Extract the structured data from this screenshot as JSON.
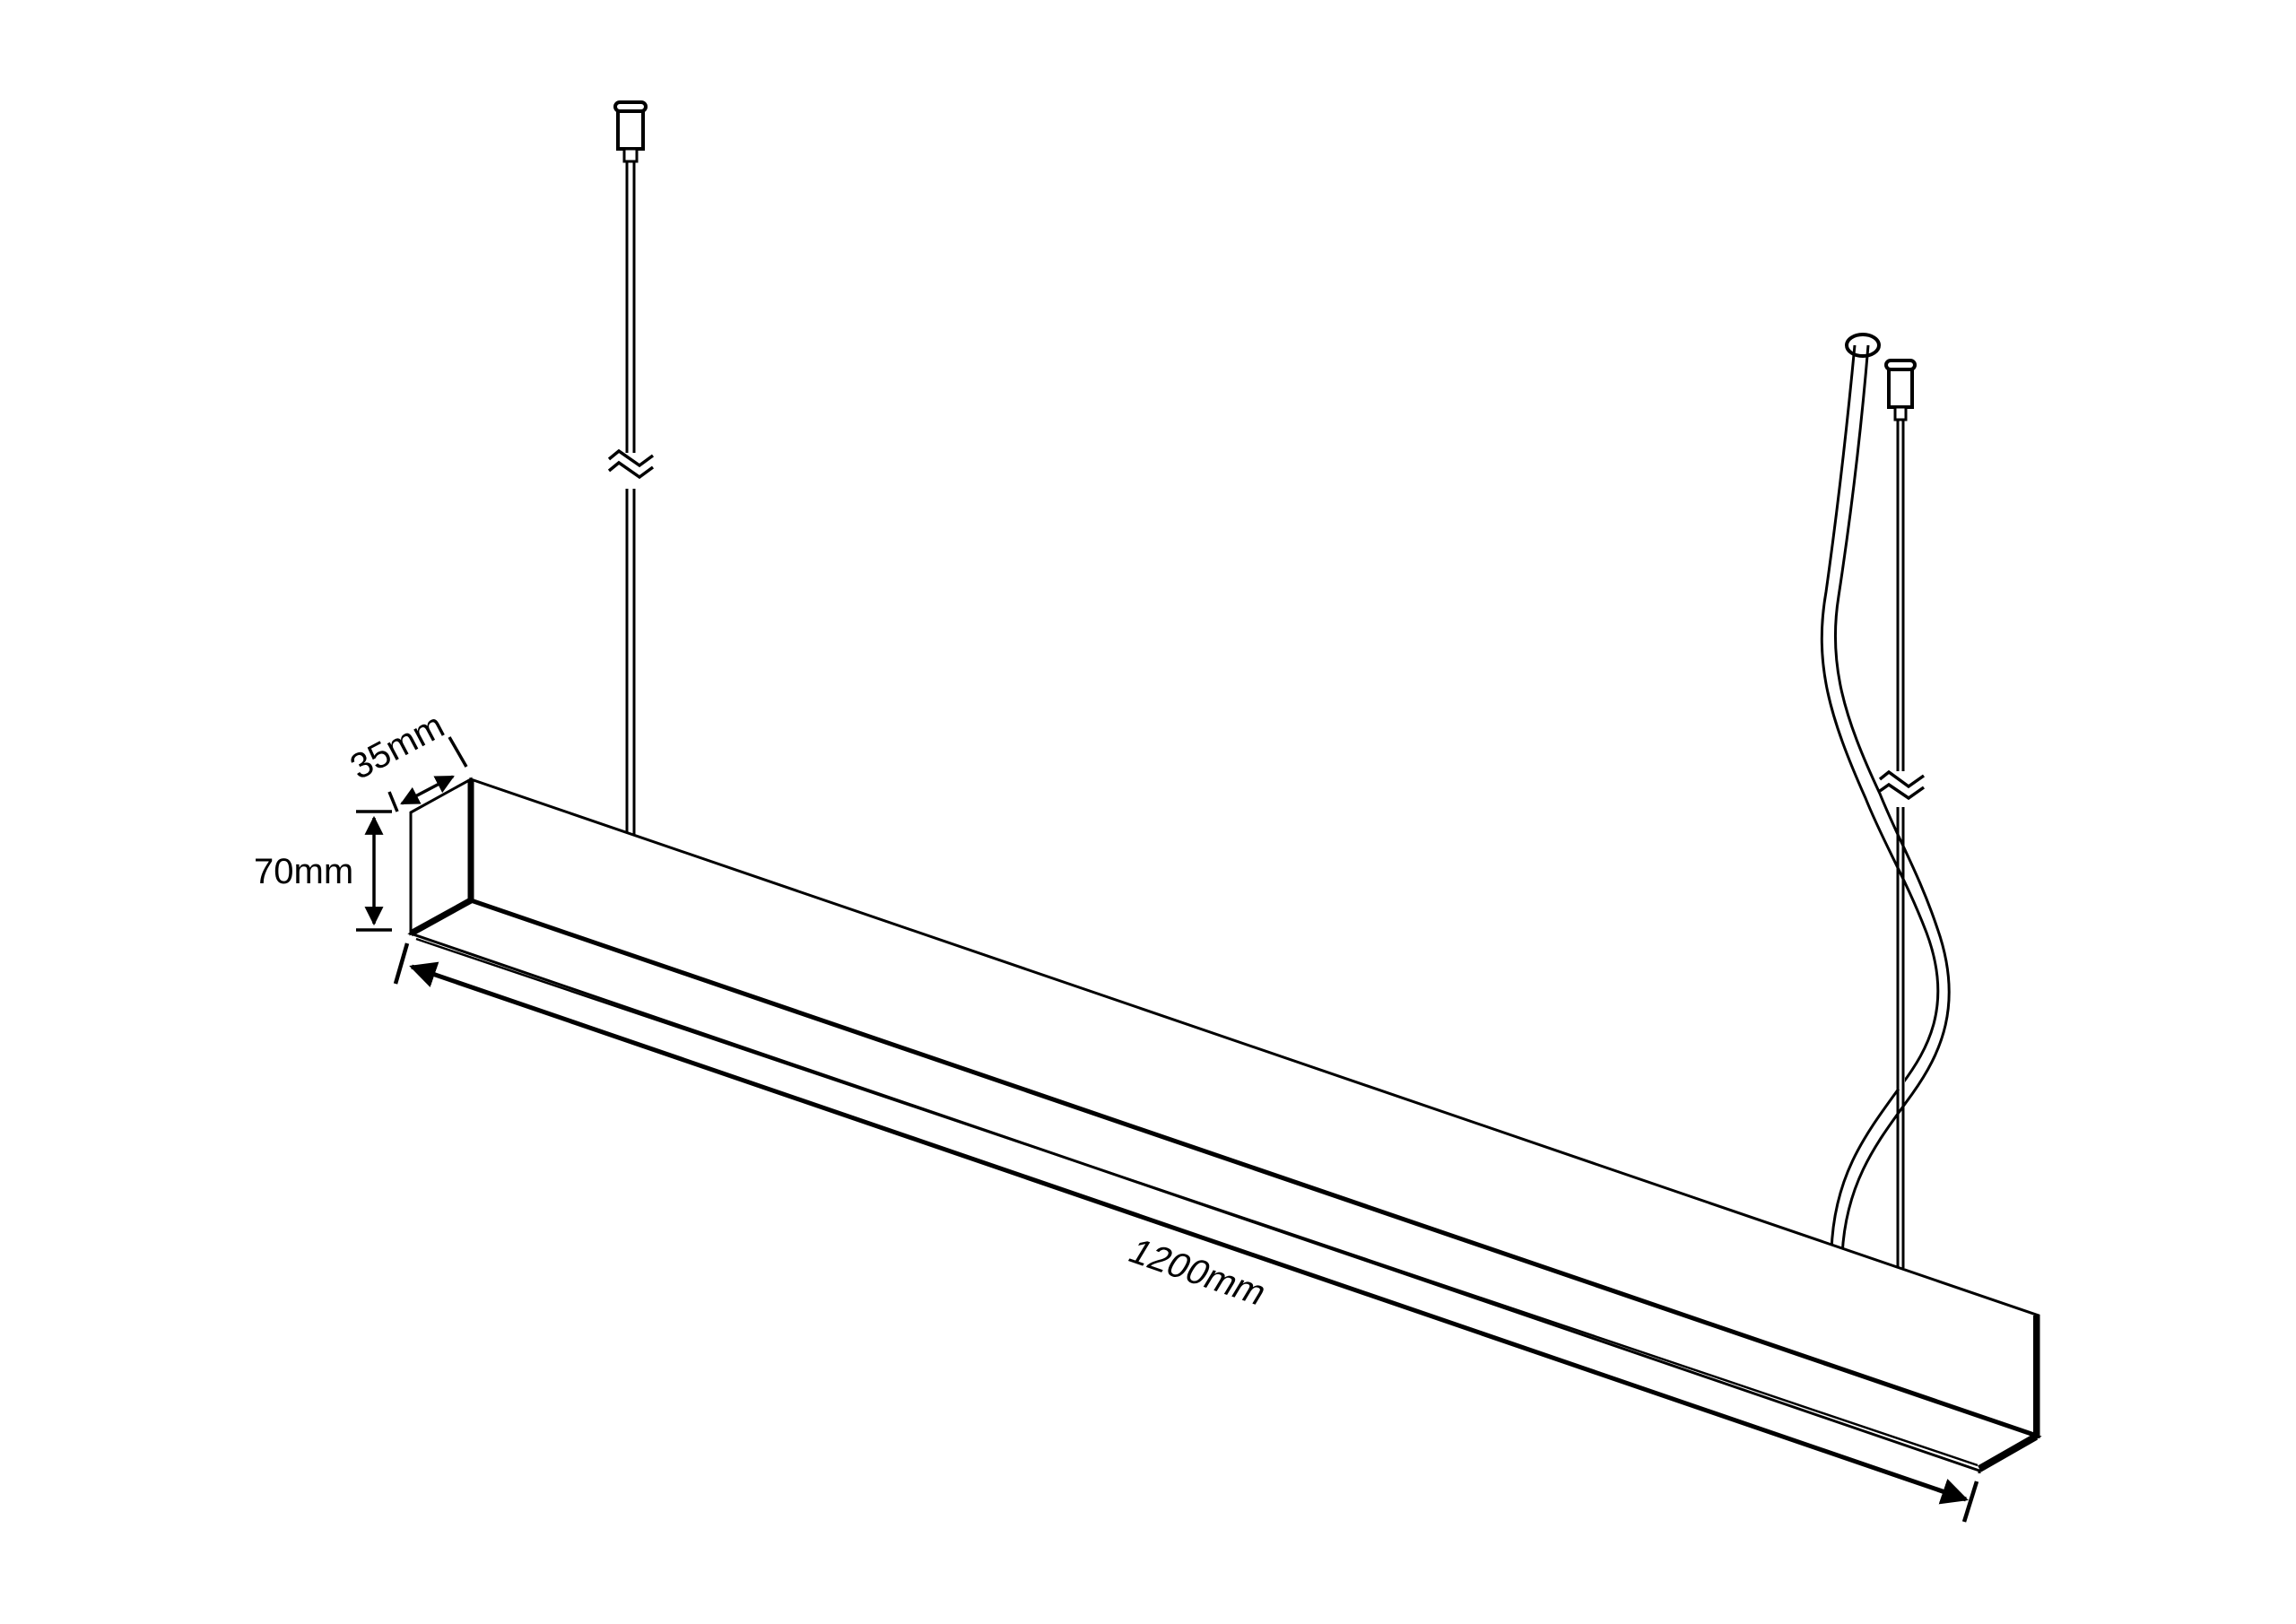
{
  "diagram": {
    "type": "technical-dimension-drawing",
    "subject": "Linear suspended LED pendant light",
    "colors": {
      "line": "#000000",
      "background": "#ffffff"
    },
    "dimensions": {
      "width_label": "35mm",
      "height_label": "70mm",
      "length_label": "1200mm"
    },
    "components": [
      {
        "name": "left-suspension-cable",
        "type": "steel wire with ceiling gripper",
        "break_symbol": true
      },
      {
        "name": "right-suspension-cable",
        "type": "steel wire with ceiling gripper",
        "break_symbol": true
      },
      {
        "name": "power-cord",
        "type": "flexible cable with ceiling canopy, twists around right wire"
      },
      {
        "name": "luminaire-body",
        "type": "rectangular aluminium profile with diffuser on bottom"
      }
    ]
  }
}
